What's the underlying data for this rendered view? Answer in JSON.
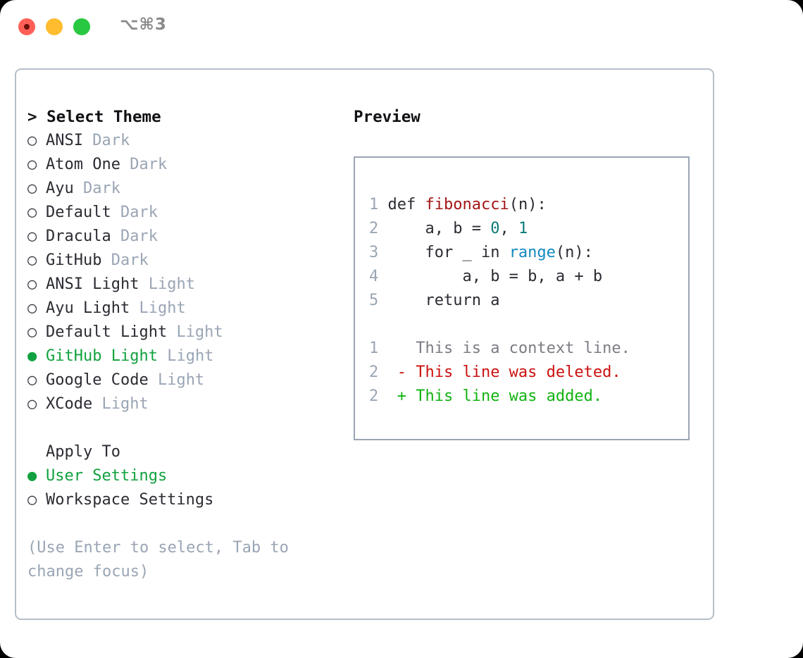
{
  "titlebar": {
    "shortcut": "⌥⌘3",
    "dots": [
      {
        "name": "close",
        "color": "#ff5f57"
      },
      {
        "name": "minimize",
        "color": "#febc2e"
      },
      {
        "name": "maximize",
        "color": "#28c840"
      }
    ]
  },
  "theme_picker": {
    "header": "> Select Theme",
    "items": [
      {
        "marker": "○",
        "label": "ANSI",
        "badge": "Dark",
        "selected": false
      },
      {
        "marker": "○",
        "label": "Atom One",
        "badge": "Dark",
        "selected": false
      },
      {
        "marker": "○",
        "label": "Ayu",
        "badge": "Dark",
        "selected": false
      },
      {
        "marker": "○",
        "label": "Default",
        "badge": "Dark",
        "selected": false
      },
      {
        "marker": "○",
        "label": "Dracula",
        "badge": "Dark",
        "selected": false
      },
      {
        "marker": "○",
        "label": "GitHub",
        "badge": "Dark",
        "selected": false
      },
      {
        "marker": "○",
        "label": "ANSI Light",
        "badge": "Light",
        "selected": false
      },
      {
        "marker": "○",
        "label": "Ayu Light",
        "badge": "Light",
        "selected": false
      },
      {
        "marker": "○",
        "label": "Default Light",
        "badge": "Light",
        "selected": false
      },
      {
        "marker": "●",
        "label": "GitHub Light",
        "badge": "Light",
        "selected": true
      },
      {
        "marker": "○",
        "label": "Google Code",
        "badge": "Light",
        "selected": false
      },
      {
        "marker": "○",
        "label": "XCode",
        "badge": "Light",
        "selected": false
      }
    ]
  },
  "apply_to": {
    "header": "Apply To",
    "items": [
      {
        "marker": "●",
        "label": "User Settings",
        "selected": true
      },
      {
        "marker": "○",
        "label": "Workspace Settings",
        "selected": false
      }
    ]
  },
  "hint": "(Use Enter to select, Tab to change focus)",
  "preview": {
    "title": "Preview",
    "code_lines": [
      {
        "num": "1",
        "segments": [
          {
            "text": "def ",
            "tok": "plain"
          },
          {
            "text": "fibonacci",
            "tok": "fn"
          },
          {
            "text": "(n):",
            "tok": "plain"
          }
        ]
      },
      {
        "num": "2",
        "segments": [
          {
            "text": "    a, b = ",
            "tok": "plain"
          },
          {
            "text": "0",
            "tok": "num"
          },
          {
            "text": ", ",
            "tok": "plain"
          },
          {
            "text": "1",
            "tok": "num"
          }
        ]
      },
      {
        "num": "3",
        "segments": [
          {
            "text": "    for _ in ",
            "tok": "plain"
          },
          {
            "text": "range",
            "tok": "call"
          },
          {
            "text": "(n):",
            "tok": "plain"
          }
        ]
      },
      {
        "num": "4",
        "segments": [
          {
            "text": "        a, b = b, a + b",
            "tok": "plain"
          }
        ]
      },
      {
        "num": "5",
        "segments": [
          {
            "text": "    return a",
            "tok": "plain"
          }
        ]
      }
    ],
    "diff_lines": [
      {
        "num": "1",
        "prefix": "  ",
        "text": "This is a context line.",
        "kind": "ctx"
      },
      {
        "num": "2",
        "prefix": "- ",
        "text": "This line was deleted.",
        "kind": "del"
      },
      {
        "num": "2",
        "prefix": "+ ",
        "text": "This line was added.",
        "kind": "add"
      }
    ]
  },
  "colors": {
    "accent_green": "#11a23f",
    "muted": "#9aa5b4",
    "border": "#b6bfca",
    "code_border": "#9aa5b4",
    "fn": "#a31515",
    "num": "#0b7b78",
    "call": "#1289c0",
    "diff_del": "#cc1111",
    "diff_add": "#12b312",
    "diff_ctx": "#7c7c84"
  }
}
